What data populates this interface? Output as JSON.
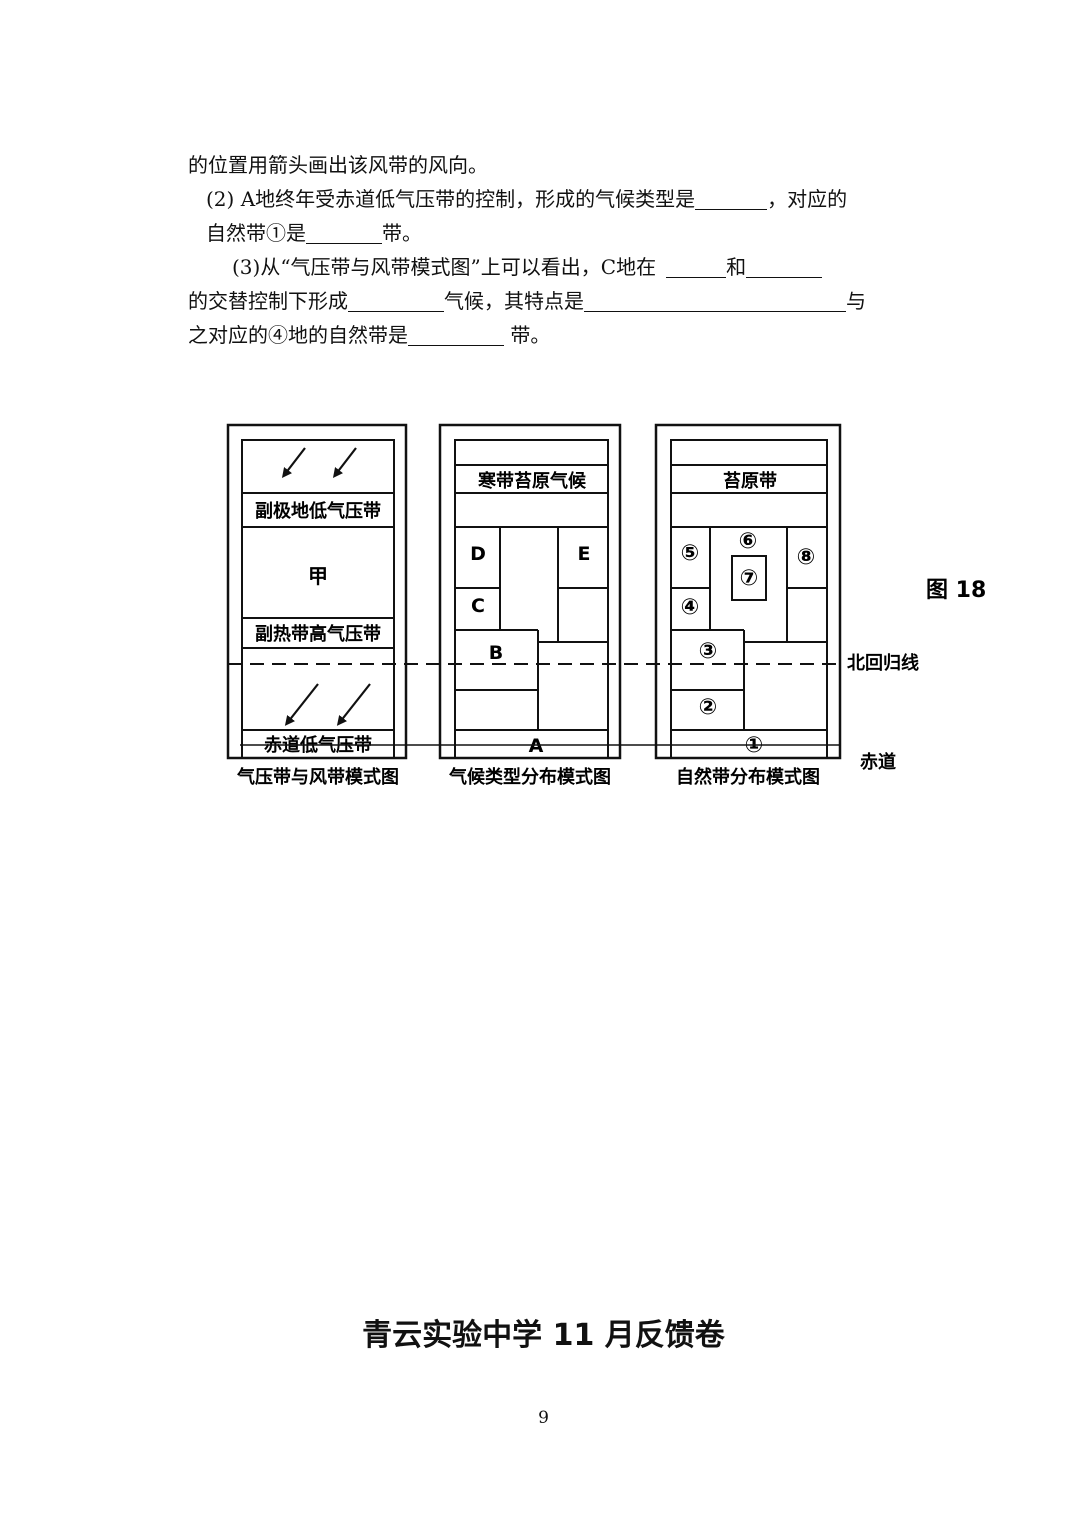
{
  "question": {
    "line1": "的位置用箭头画出该风带的风向。",
    "q2_part1": "(2) A地终年受赤道低气压带的控制，形成的气候类型是",
    "q2_part2": "，对应的",
    "q2_line2_part1": "自然带①是",
    "q2_line2_part2": "带。",
    "q3_part1": "(3)从“气压带与风带模式图”上可以看出，C地在",
    "q3_part2": "和",
    "q3_line2_part1": "的交替控制下形成",
    "q3_line2_part2": "气候，其特点是",
    "q3_line2_part3": "与",
    "q3_line3_part1": "之对应的④地的自然带是",
    "q3_line3_part2": "带。"
  },
  "figure": {
    "label": "图 18",
    "pressure_diagram": {
      "title": "气压带与风带模式图",
      "subpolar_low": "副极地低气压带",
      "jia": "甲",
      "subtropical_high": "副热带高气压带",
      "equatorial_low": "赤道低气压带"
    },
    "climate_diagram": {
      "title": "气候类型分布模式图",
      "tundra_climate": "寒带苔原气候",
      "labels": [
        "D",
        "E",
        "C",
        "B",
        "A"
      ]
    },
    "vegetation_diagram": {
      "title": "自然带分布模式图",
      "tundra": "苔原带",
      "numbers": [
        "⑥",
        "⑤",
        "⑦",
        "⑧",
        "④",
        "③",
        "②",
        "①"
      ]
    },
    "tropic_label": "北回归线",
    "equator_label": "赤道"
  },
  "footer": {
    "title": "青云实验中学 11 月反馈卷",
    "page_number": "9"
  }
}
